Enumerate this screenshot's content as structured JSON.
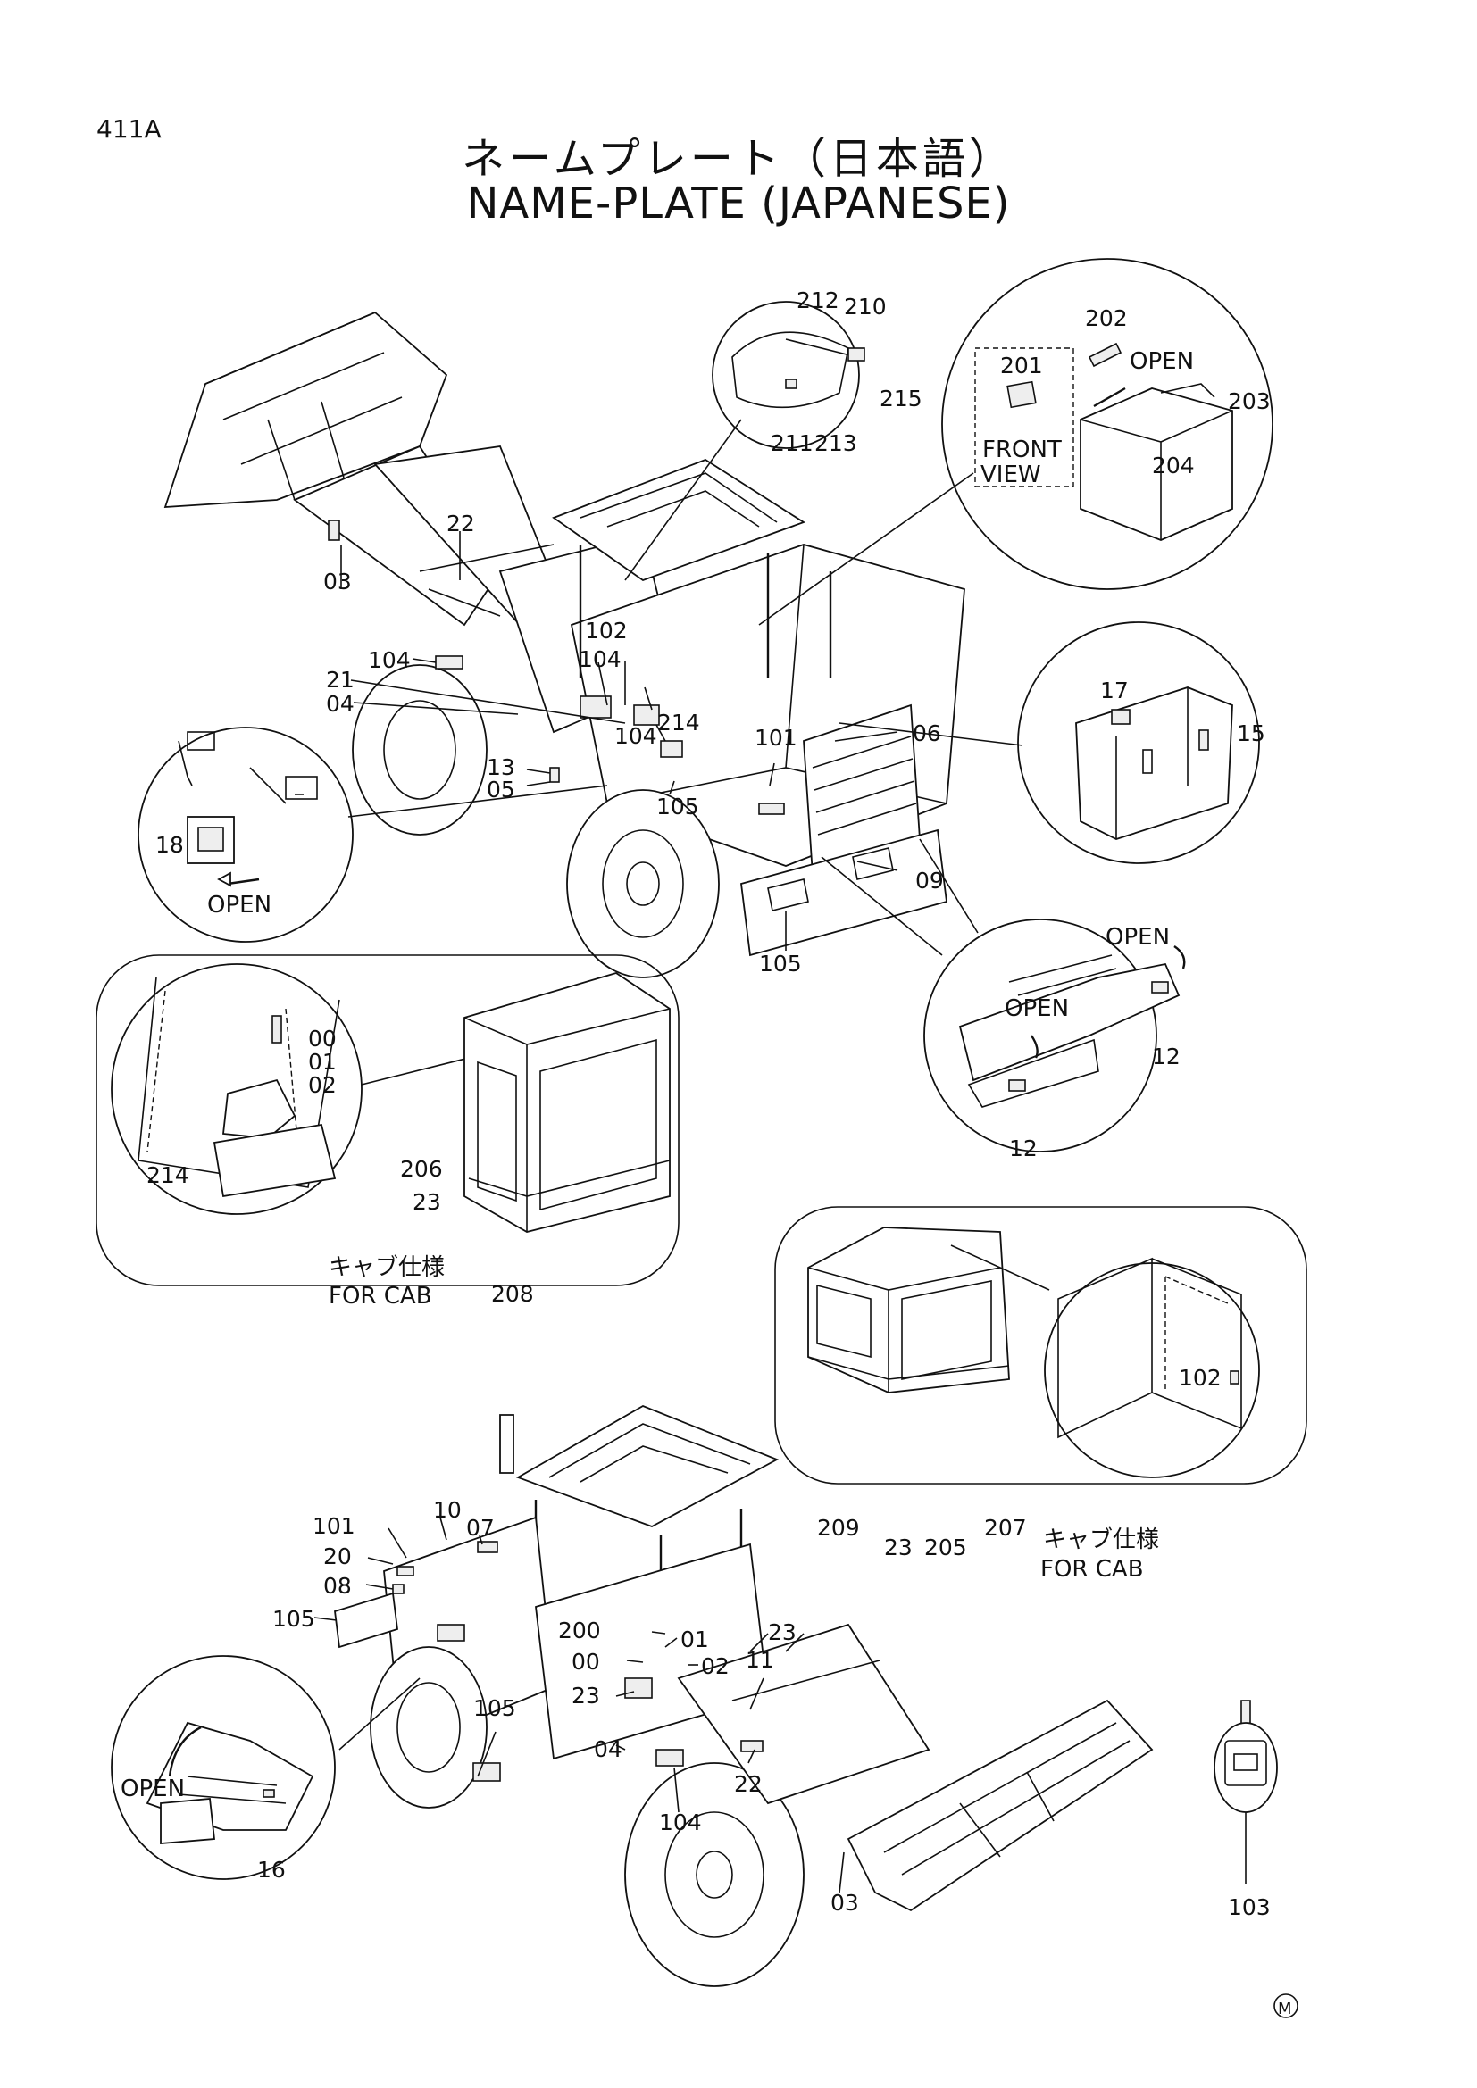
{
  "page_code": "411A",
  "title_jp": "ネームプレート（日本語）",
  "title_en": "NAME-PLATE (JAPANESE)",
  "callouts": {
    "c03a": "03",
    "c22a": "22",
    "c104a": "104",
    "c21": "21",
    "c04a": "04",
    "c13": "13",
    "c05": "05",
    "c102a": "102",
    "c104b": "104",
    "c104c": "104",
    "c214a": "214",
    "c101a": "101",
    "c06": "06",
    "c105a": "105",
    "c105b": "105",
    "c09": "09",
    "c18": "18",
    "c212": "212",
    "c210": "210",
    "c215": "215",
    "c211": "211",
    "c213": "213",
    "c202": "202",
    "c201": "201",
    "c203": "203",
    "c204": "204",
    "c17": "17",
    "c15": "15",
    "c12a": "12",
    "c12b": "12",
    "c00a": "00",
    "c01a": "01",
    "c02a": "02",
    "c214b": "214",
    "c206": "206",
    "c23a": "23",
    "c208": "208",
    "c102b": "102",
    "c209": "209",
    "c23b": "23",
    "c205": "205",
    "c207": "207",
    "c101b": "101",
    "c20": "20",
    "c08": "08",
    "c105c": "105",
    "c10": "10",
    "c07": "07",
    "c200": "200",
    "c01b": "01",
    "c00b": "00",
    "c02b": "02",
    "c23c": "23",
    "c23d": "23",
    "c11": "11",
    "c105d": "105",
    "c04b": "04",
    "c104d": "104",
    "c22b": "22",
    "c03b": "03",
    "c16": "16",
    "c103": "103"
  },
  "labels": {
    "open": "OPEN",
    "front": "FRONT",
    "view": "VIEW",
    "cab_jp": "キャブ仕様",
    "cab_en": "FOR CAB",
    "mark": "M"
  }
}
